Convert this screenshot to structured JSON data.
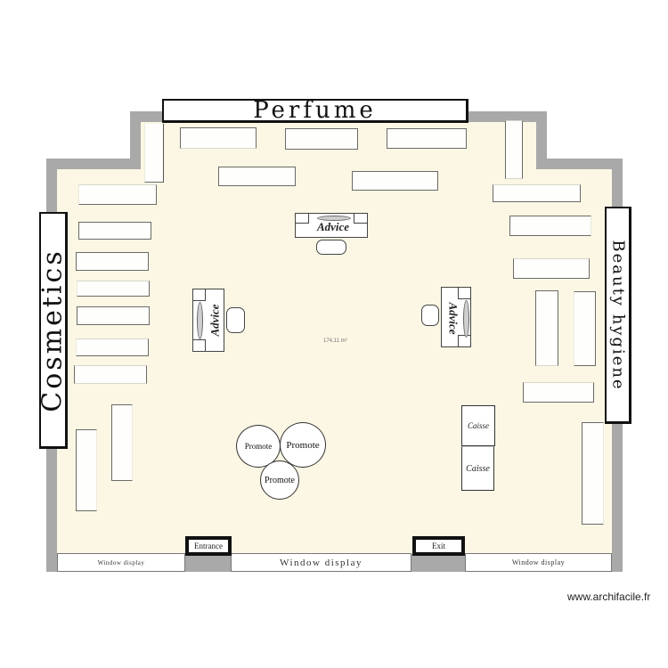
{
  "plan": {
    "signs": {
      "top": "Perfume",
      "left": "Cosmetics",
      "right": "Beauty hygiene"
    },
    "desks": [
      {
        "id": "advice-top",
        "label": "Advice",
        "orientation": "horizontal"
      },
      {
        "id": "advice-left",
        "label": "Advice",
        "orientation": "vertical-left"
      },
      {
        "id": "advice-right",
        "label": "Advice",
        "orientation": "vertical-right"
      }
    ],
    "promo_tables": [
      "Promote",
      "Promote",
      "Promote"
    ],
    "checkouts": [
      "Caisse",
      "Caisse"
    ],
    "doors": {
      "entrance": "Entrance",
      "exit": "Exit"
    },
    "windows": [
      "Window display",
      "Window display",
      "Window display"
    ],
    "area_label": "174,11 m²",
    "colors": {
      "wall": "#a9a9a9",
      "floor": "#fbf7e4",
      "shelf_fill": "#fefefc",
      "sign_border": "#111111"
    }
  },
  "footer": {
    "credit": "www.archifacile.fr"
  }
}
